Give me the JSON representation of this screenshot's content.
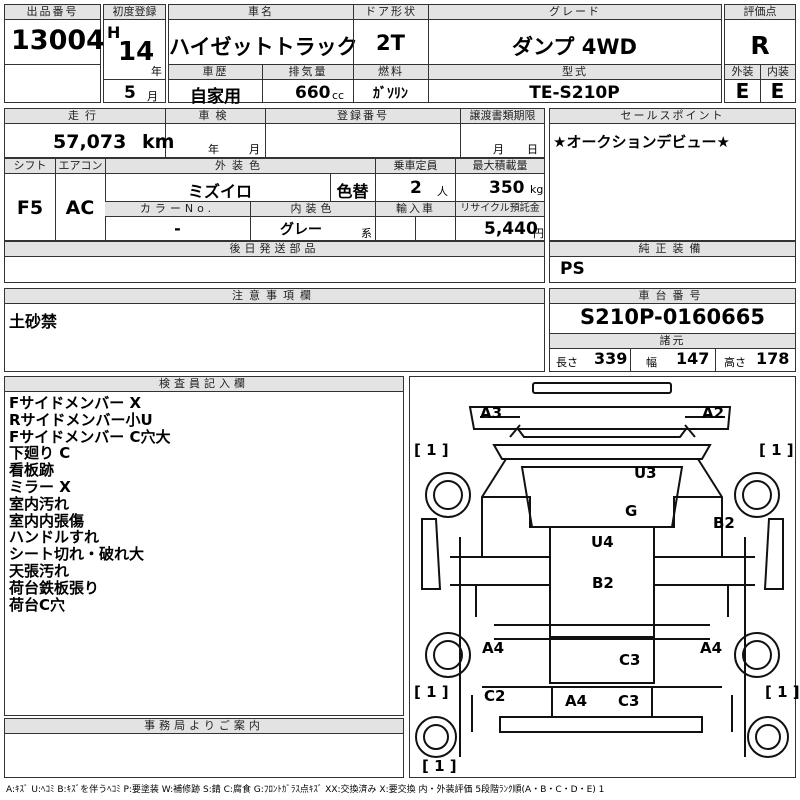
{
  "header": {
    "lot_no_label": "出品番号",
    "lot_no": "13004",
    "first_reg_label": "初度登録",
    "era": "H",
    "reg_year": "14",
    "year_unit": "年",
    "reg_month": "5",
    "month_unit": "月",
    "car_name_label": "車名",
    "car_name": "ハイゼットトラック",
    "history_label": "車歴",
    "history": "自家用",
    "displacement_label": "排気量",
    "displacement": "660",
    "cc_unit": "cc",
    "door_label": "ドア形状",
    "door": "2T",
    "fuel_label": "燃料",
    "fuel": "ｶﾞｿﾘﾝ",
    "grade_label": "グレード",
    "grade": "ダンプ 4WD",
    "model_label": "型式",
    "model": "TE-S210P",
    "score_label": "評価点",
    "score": "R",
    "exterior_label": "外装",
    "exterior": "E",
    "interior_label": "内装",
    "interior": "E"
  },
  "row2": {
    "mileage_label": "走行",
    "mileage": "57,073",
    "km_unit": "km",
    "inspection_label": "車検",
    "insp_year_unit": "年",
    "insp_month_unit": "月",
    "reg_no_label": "登録番号",
    "transfer_label": "譲渡書類期限",
    "transfer_month_unit": "月",
    "transfer_day_unit": "日",
    "sales_point_label": "セールスポイント",
    "sales_point": "★オークションデビュー★"
  },
  "row3": {
    "shift_label": "シフト",
    "shift": "F5",
    "ac_label": "エアコン",
    "ac": "AC",
    "exterior_color_label": "外装色",
    "exterior_color": "ミズイロ",
    "color_change": "色替",
    "capacity_label": "乗車定員",
    "capacity": "2",
    "capacity_unit": "人",
    "max_load_label": "最大積載量",
    "max_load": "350",
    "load_unit": "kg",
    "color_no_label": "カラーNo.",
    "color_no": "-",
    "interior_color_label": "内装色",
    "interior_color": "グレー",
    "interior_color_suffix": "系",
    "import_label": "輸入車",
    "recycle_label": "リサイクル預託金",
    "recycle": "5,440",
    "yen_unit": "円"
  },
  "later_parts_label": "後日発送部品",
  "genuine_label": "純正装備",
  "genuine": "PS",
  "caution_label": "注意事項欄",
  "caution": "土砂禁",
  "chassis_label": "車台番号",
  "chassis_no": "S210P-0160665",
  "dims_label": "諸元",
  "length_label": "長さ",
  "length": "339",
  "width_label": "幅",
  "width": "147",
  "height_label": "高さ",
  "height": "178",
  "inspector_label": "検査員記入欄",
  "inspector_notes": [
    "Fサイドメンバー X",
    "Rサイドメンバー小U",
    "Fサイドメンバー C穴大",
    "下廻り C",
    "看板跡",
    "ミラー X",
    "室内汚れ",
    "室内内張傷",
    "ハンドルすれ",
    "シート切れ・破れ大",
    "天張汚れ",
    "荷台鉄板張り",
    "荷台C穴"
  ],
  "office_label": "事務局よりご案内",
  "legend": "A:ｷｽﾞ U:ﾍｺﾐ B:ｷｽﾞを伴うﾍｺﾐ P:要塗装 W:補修跡 S:錆 C:腐食 G:ﾌﾛﾝﾄｶﾞﾗｽ点ｷｽﾞ XX:交換済み X:要交換  内・外装評価 5段階ﾗﾝｸ順(A・B・C・D・E) 1",
  "diagram": {
    "tire_marks": [
      "[ 1 ]",
      "[ 1 ]",
      "[ 1 ]",
      "[ 1 ]",
      "[ 1 ]"
    ],
    "damage": {
      "a3": "A3",
      "a2": "A2",
      "u3": "U3",
      "g": "G",
      "b2r": "B2",
      "u4": "U4",
      "b2c": "B2",
      "a4l": "A4",
      "a4r": "A4",
      "c3": "C3",
      "c2": "C2",
      "a4b": "A4",
      "c3b": "C3"
    }
  }
}
